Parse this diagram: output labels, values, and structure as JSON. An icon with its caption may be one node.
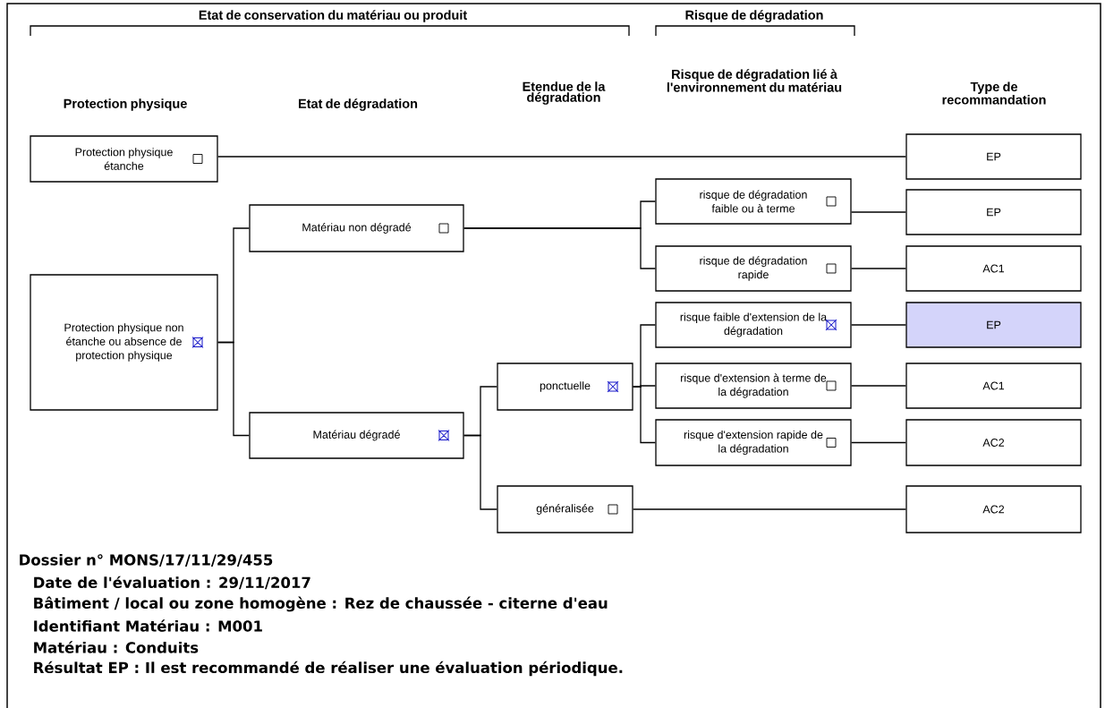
{
  "diagram": {
    "nodes": [
      {
        "text": [
          "Protection physique étanche"
        ]
      },
      {
        "text": [
          "Protection physique non étanche ou absence de protection physique"
        ]
      },
      {
        "text": [
          "Matériau non dégradé"
        ]
      },
      {
        "text": [
          "Matériau dégradé"
        ]
      },
      {
        "text": [
          "ponctuelle"
        ]
      },
      {
        "text": [
          "généralisée"
        ]
      },
      {
        "text": [
          "risque de dégradation faible ou à terme"
        ]
      },
      {
        "text": [
          "risque de dégradation rapide"
        ]
      },
      {
        "text": [
          "risque faible d'extension de la dégradation"
        ]
      },
      {
        "text": [
          "risque d'extension à terme de la dégradation"
        ]
      },
      {
        "text": [
          "risque d'extension rapide de la dégradation"
        ]
      },
      {
        "text": [
          "EP"
        ]
      },
      {
        "text": [
          "EP"
        ]
      },
      {
        "text": [
          "AC1"
        ]
      },
      {
        "text": [
          "EP"
        ]
      },
      {
        "text": [
          "AC1"
        ]
      },
      {
        "text": [
          "AC2"
        ]
      },
      {
        "text": [
          "AC2"
        ]
      }
    ],
    "edges": [
      {
        "from": 0,
        "to": 11,
        "arrow": "none"
      },
      {
        "from": 1,
        "to": 2,
        "arrow": "none"
      },
      {
        "from": 1,
        "to": 3,
        "arrow": "none"
      },
      {
        "from": 2,
        "to": 6,
        "arrow": "none"
      },
      {
        "from": 2,
        "to": 7,
        "arrow": "none"
      },
      {
        "from": 3,
        "to": 4,
        "arrow": "none"
      },
      {
        "from": 3,
        "to": 5,
        "arrow": "none"
      },
      {
        "from": 4,
        "to": 8,
        "arrow": "none"
      },
      {
        "from": 4,
        "to": 9,
        "arrow": "none"
      },
      {
        "from": 4,
        "to": 10,
        "arrow": "none"
      },
      {
        "from": 5,
        "to": 17,
        "arrow": "none"
      },
      {
        "from": 6,
        "to": 12,
        "arrow": "none"
      },
      {
        "from": 7,
        "to": 13,
        "arrow": "none"
      },
      {
        "from": 8,
        "to": 14,
        "arrow": "none"
      },
      {
        "from": 9,
        "to": 15,
        "arrow": "none"
      },
      {
        "from": 10,
        "to": 16,
        "arrow": "none"
      }
    ],
    "labels": [
      "Etat de conservation du matériau ou produit",
      "Risque de dégradation",
      "Protection physique",
      "Etat de dégradation",
      "Etendue de la dégradation",
      "Risque de dégradation lié à l'environnement du matériau",
      "Type de recommandation",
      "Dossier n° MONS/17/11/29/455",
      "Date de l'évaluation : 29/11/2017",
      "Bâtiment / local ou zone homogène : Rez de chaussée - citerne d'eau",
      "Identifiant Matériau : M001",
      "Matériau : Conduits",
      "Résultat EP : Il est recommandé de réaliser une évaluation périodique."
    ]
  }
}
